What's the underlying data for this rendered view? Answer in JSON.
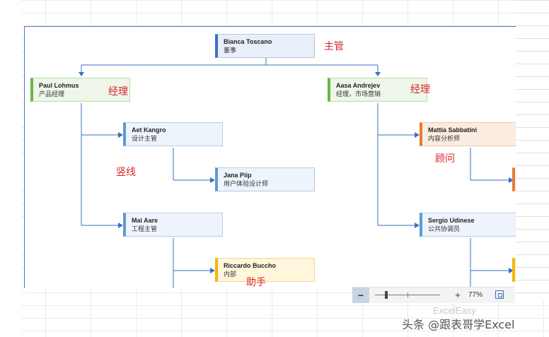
{
  "chart": {
    "root": {
      "name": "Bianca Toscano",
      "title": "董事"
    },
    "left_manager": {
      "name": "Paul Lohmus",
      "title": "产品经理"
    },
    "right_manager": {
      "name": "Aasa Andrejev",
      "title": "经理，市场营销"
    },
    "aet": {
      "name": "Aet Kangro",
      "title": "设计主管"
    },
    "jana": {
      "name": "Jana Piip",
      "title": "用户体验设计师"
    },
    "mai": {
      "name": "Mai Aare",
      "title": "工程主管"
    },
    "riccardo": {
      "name": "Riccardo Buccho",
      "title": "内部"
    },
    "mattia": {
      "name": "Mattia Sabbatini",
      "title": "内容分析师"
    },
    "sergio": {
      "name": "Sergio Udinese",
      "title": "公共协调员"
    }
  },
  "annotations": {
    "supervisor": "主管",
    "manager_left": "经理",
    "manager_right": "经理",
    "vertical_line": "竖线",
    "consultant": "顾问",
    "assistant": "助手"
  },
  "statusbar": {
    "minus": "−",
    "plus": "+",
    "zoom": "77%"
  },
  "watermark": {
    "line1": "ExcelEasy",
    "line2": "头条 @跟表哥学Excel"
  },
  "colors": {
    "connector": "#3a6fc4",
    "annotation": "#d9262a",
    "blue_accent": "#3a6fc4",
    "green_accent": "#6cb34a",
    "orange_accent": "#e57c2f",
    "yellow_accent": "#f2b705"
  }
}
